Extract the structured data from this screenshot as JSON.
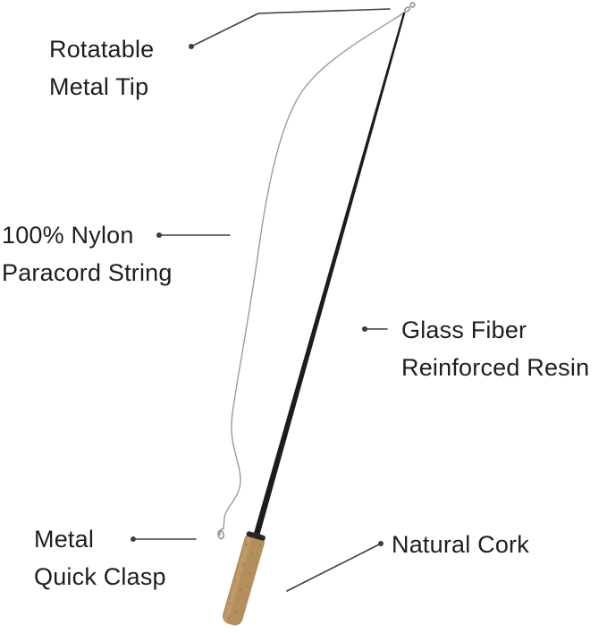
{
  "diagram": {
    "subject": "fishing-rod style wand with paracord string and cork handle"
  },
  "labels": {
    "rotatable_metal_tip": {
      "line1": "Rotatable",
      "line2": "Metal Tip"
    },
    "paracord": {
      "line1": "100% Nylon",
      "line2": "Paracord String"
    },
    "glass_fiber": {
      "line1": "Glass Fiber",
      "line2": "Reinforced Resin"
    },
    "quick_clasp": {
      "line1": "Metal",
      "line2": "Quick Clasp"
    },
    "natural_cork": {
      "line1": "Natural Cork"
    }
  },
  "colors": {
    "text": "#1e1e1e",
    "rod": "#1c1c1c",
    "string": "#9b9b9b",
    "cork": "#b48f5e",
    "leader": "#3d3d3d",
    "metal": "#8f949a",
    "background": "#ffffff"
  }
}
